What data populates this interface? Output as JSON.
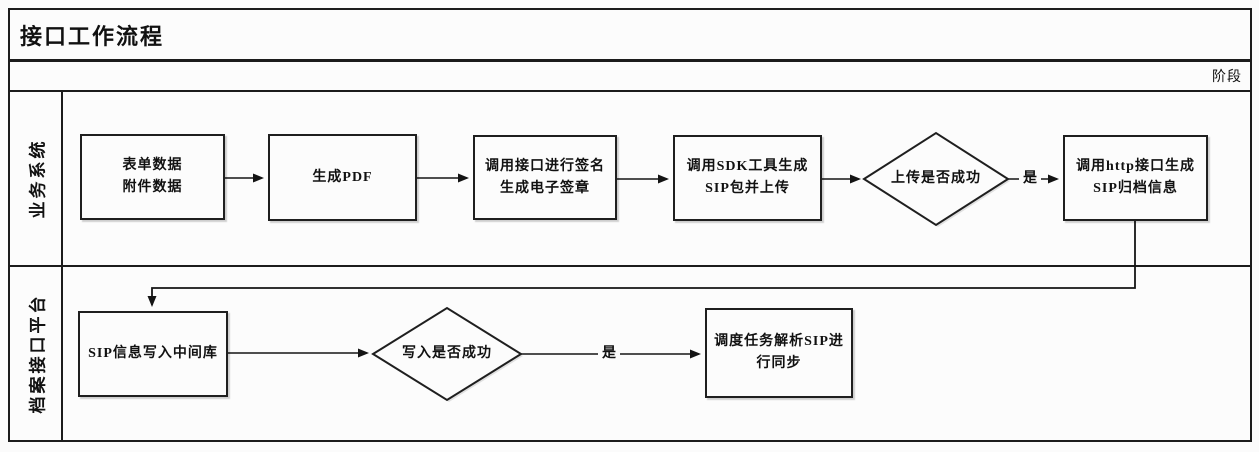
{
  "header": {
    "title": "接口工作流程",
    "phase_label": "阶段"
  },
  "lanes": [
    {
      "label": "业务系统"
    },
    {
      "label": "档案接口平台"
    }
  ],
  "nodes": {
    "form_data": {
      "label": "表单数据\n附件数据"
    },
    "generate_pdf": {
      "label": "生成PDF"
    },
    "sign_interface": {
      "label": "调用接口进行签名\n生成电子签章"
    },
    "sdk_sip_upload": {
      "label": "调用SDK工具生成\nSIP包并上传"
    },
    "upload_check": {
      "label": "上传是否成功"
    },
    "http_archive_info": {
      "label": "调用http接口生成\nSIP归档信息"
    },
    "sip_write_db": {
      "label": "SIP信息写入中间库"
    },
    "write_check": {
      "label": "写入是否成功"
    },
    "schedule_sync": {
      "label": "调度任务解析SIP进\n行同步"
    }
  },
  "edge_labels": {
    "upload_yes": "是",
    "write_yes": "是"
  },
  "colors": {
    "line": "#1c1c1c",
    "background": "#fbfbfb",
    "text": "#111111"
  }
}
